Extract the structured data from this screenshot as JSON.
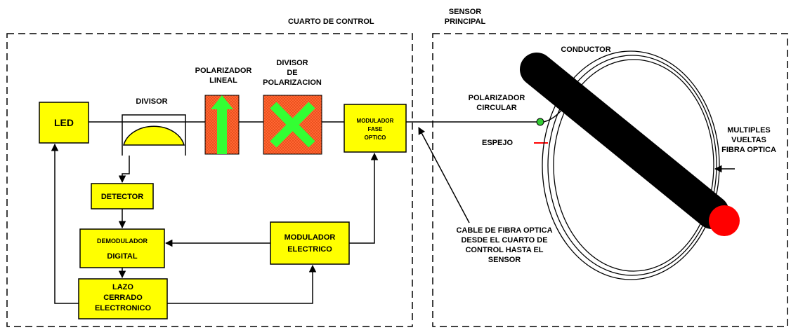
{
  "regions": {
    "control_room": "CUARTO DE CONTROL",
    "sensor_line1": "SENSOR",
    "sensor_line2": "PRINCIPAL"
  },
  "blocks": {
    "led": "LED",
    "detector": "DETECTOR",
    "demod_line1": "DEMODULADOR",
    "demod_line2": "DIGITAL",
    "loop_line1": "LAZO",
    "loop_line2": "CERRADO",
    "loop_line3": "ELECTRONICO",
    "elec_mod_line1": "MODULADOR",
    "elec_mod_line2": "ELECTRICO",
    "phase_mod_line1": "MODULADOR",
    "phase_mod_line2": "FASE",
    "phase_mod_line3": "OPTICO"
  },
  "components": {
    "divisor": "DIVISOR",
    "lin_pol_line1": "POLARIZADOR",
    "lin_pol_line2": "LINEAL",
    "pol_div_line1": "DIVISOR",
    "pol_div_line2": "DE",
    "pol_div_line3": "POLARIZACION",
    "circ_pol_line1": "POLARIZADOR",
    "circ_pol_line2": "CIRCULAR",
    "mirror": "ESPEJO",
    "conductor": "CONDUCTOR",
    "turns_line1": "MULTIPLES",
    "turns_line2": "VUELTAS",
    "turns_line3": "FIBRA OPTICA",
    "cable_line1": "CABLE DE FIBRA OPTICA",
    "cable_line2": "DESDE EL CUARTO DE",
    "cable_line3": "CONTROL HASTA EL",
    "cable_line4": "SENSOR"
  },
  "colors": {
    "block_fill": "#ffff00",
    "optic_fill": "#ff6633",
    "optic_marker": "#33ff33",
    "conductor": "#000000",
    "conductor_end": "#ff0000",
    "mirror": "#ff0000",
    "circ_pol_dot": "#33cc33"
  },
  "icons": {
    "lin_pol_arrow": "up-arrow-icon",
    "pol_div_cross": "cross-icon",
    "turns_arrow": "left-arrow-icon"
  }
}
